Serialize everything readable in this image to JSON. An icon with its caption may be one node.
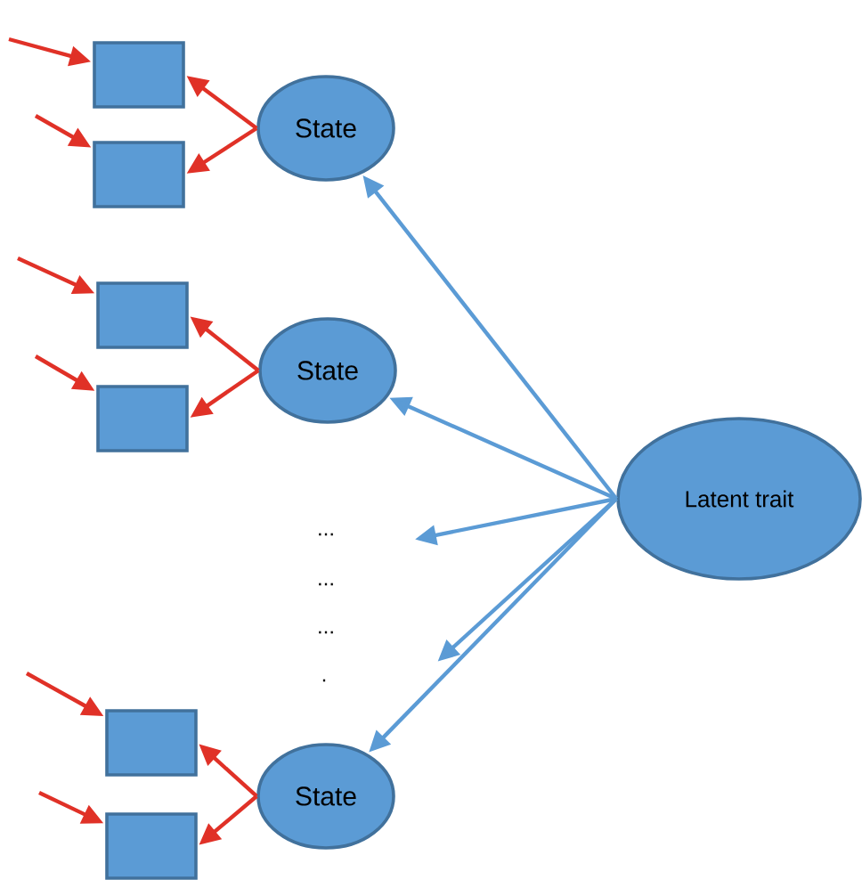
{
  "diagram": {
    "nodes": [
      {
        "text": [],
        "shape": "box"
      },
      {
        "text": [],
        "shape": "box"
      },
      {
        "text": [
          "State"
        ]
      },
      {
        "text": [],
        "shape": "box"
      },
      {
        "text": [],
        "shape": "box"
      },
      {
        "text": [
          "State"
        ]
      },
      {
        "text": [
          "Latent trait"
        ]
      },
      {
        "text": [],
        "shape": "box"
      },
      {
        "text": [],
        "shape": "box"
      },
      {
        "text": [
          "State"
        ]
      }
    ],
    "edges": [
      {
        "from": null,
        "to": 0,
        "arrow": "to"
      },
      {
        "from": 2,
        "to": 0,
        "arrow": "to"
      },
      {
        "from": null,
        "to": 1,
        "arrow": "to"
      },
      {
        "from": 2,
        "to": 1,
        "arrow": "to"
      },
      {
        "from": null,
        "to": 3,
        "arrow": "to"
      },
      {
        "from": 5,
        "to": 3,
        "arrow": "to"
      },
      {
        "from": null,
        "to": 4,
        "arrow": "to"
      },
      {
        "from": 5,
        "to": 4,
        "arrow": "to"
      },
      {
        "from": null,
        "to": 7,
        "arrow": "to"
      },
      {
        "from": 9,
        "to": 7,
        "arrow": "to"
      },
      {
        "from": null,
        "to": 8,
        "arrow": "to"
      },
      {
        "from": 9,
        "to": 8,
        "arrow": "to"
      },
      {
        "from": 6,
        "to": 2,
        "arrow": "to",
        "color": "#5b9bd5"
      },
      {
        "from": 6,
        "to": 5,
        "arrow": "to",
        "color": "#5b9bd5"
      },
      {
        "from": 6,
        "to": null,
        "arrow": "to",
        "color": "#5b9bd5"
      },
      {
        "from": 6,
        "to": null,
        "arrow": "to",
        "color": "#5b9bd5"
      },
      {
        "from": 6,
        "to": 9,
        "arrow": "to",
        "color": "#5b9bd5"
      }
    ],
    "labels": [
      "...",
      "...",
      "...",
      "."
    ]
  }
}
